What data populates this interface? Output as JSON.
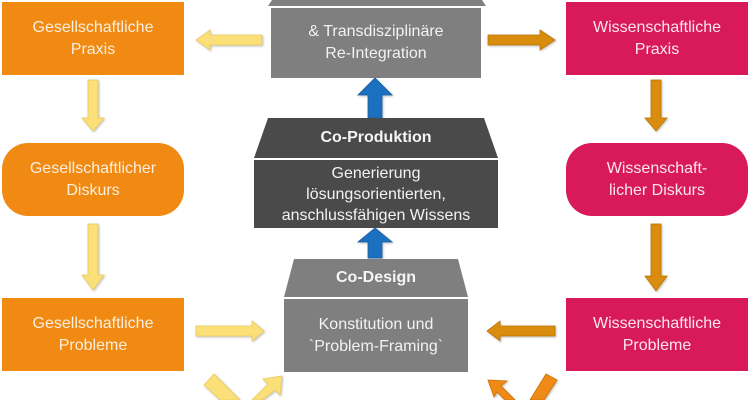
{
  "colors": {
    "society": "#f08a12",
    "science": "#d81a5a",
    "society_arrow": "#fbe07a",
    "science_arrow": "#d98c0a",
    "center_arrow": "#1f6fc0",
    "grey_box": "#7f7f7f",
    "dark_box": "#4a4a4a"
  },
  "left": {
    "praxis": [
      "Gesellschaftliche",
      "Praxis"
    ],
    "diskurs": [
      "Gesellschaftlicher",
      "Diskurs"
    ],
    "probleme": [
      "Gesellschaftliche",
      "Probleme"
    ]
  },
  "right": {
    "praxis": [
      "Wissenschaftliche",
      "Praxis"
    ],
    "diskurs": [
      "Wissenschaft-",
      "licher Diskurs"
    ],
    "probleme": [
      "Wissenschaftliche",
      "Probleme"
    ]
  },
  "center": {
    "top": [
      "& Transdisziplinäre",
      "Re-Integration"
    ],
    "middle": {
      "title": "Co-Produktion",
      "body": [
        "Generierung",
        "lösungsorientierten,",
        "anschlussfähigen Wissens"
      ]
    },
    "bottom": {
      "title": "Co-Design",
      "body": [
        "Konstitution und",
        "`Problem-Framing`"
      ]
    }
  }
}
